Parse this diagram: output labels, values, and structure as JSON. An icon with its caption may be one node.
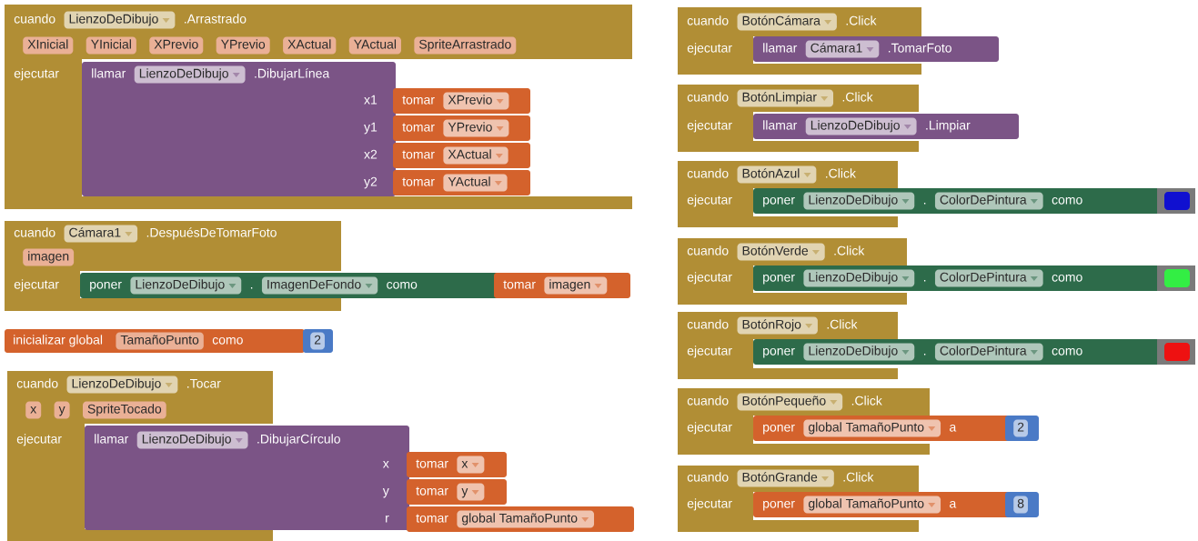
{
  "diagram": {
    "nodes": [
      {
        "text": [
          "cuando",
          ".Arrastrado",
          "ejecutar"
        ]
      },
      {
        "text": [
          "LienzoDeDibujo"
        ],
        "in": 0
      },
      {
        "text": [
          "XInicial"
        ],
        "in": 0
      },
      {
        "text": [
          "YInicial"
        ],
        "in": 0
      },
      {
        "text": [
          "XPrevio"
        ],
        "in": 0
      },
      {
        "text": [
          "YPrevio"
        ],
        "in": 0
      },
      {
        "text": [
          "XActual"
        ],
        "in": 0
      },
      {
        "text": [
          "YActual"
        ],
        "in": 0
      },
      {
        "text": [
          "SpriteArrastrado"
        ],
        "in": 0
      },
      {
        "text": [
          "llamar",
          ".DibujarLínea",
          "x1",
          "y1",
          "x2",
          "y2"
        ],
        "in": 0
      },
      {
        "text": [
          "LienzoDeDibujo"
        ],
        "in": 9
      },
      {
        "text": [
          "tomar"
        ],
        "in": 0
      },
      {
        "text": [
          "XPrevio"
        ],
        "in": 11
      },
      {
        "text": [
          "tomar"
        ],
        "in": 0
      },
      {
        "text": [
          "YPrevio"
        ],
        "in": 13
      },
      {
        "text": [
          "tomar"
        ],
        "in": 0
      },
      {
        "text": [
          "XActual"
        ],
        "in": 15
      },
      {
        "text": [
          "tomar"
        ],
        "in": 0
      },
      {
        "text": [
          "YActual"
        ],
        "in": 17
      },
      {
        "text": [
          "cuando",
          ".DespuésDeTomarFoto",
          "ejecutar"
        ]
      },
      {
        "text": [
          "Cámara1"
        ],
        "in": 19
      },
      {
        "text": [
          "imagen"
        ],
        "in": 19
      },
      {
        "text": [
          "poner",
          ".",
          "como"
        ]
      },
      {
        "text": [
          "LienzoDeDibujo"
        ]
      },
      {
        "text": [
          "ImagenDeFondo"
        ],
        "in": 22
      },
      {
        "text": [
          "tomar"
        ]
      },
      {
        "text": [
          "imagen"
        ],
        "in": 25
      },
      {
        "text": [
          "inicializar global",
          "como"
        ]
      },
      {
        "text": [
          "TamañoPunto"
        ],
        "in": 27
      },
      {
        "text": [],
        "shape": "box"
      },
      {
        "text": [
          "2"
        ],
        "in": 29
      },
      {
        "text": [
          "cuando",
          ".Tocar",
          "ejecutar"
        ]
      },
      {
        "text": [
          "LienzoDeDibujo"
        ],
        "in": 31
      },
      {
        "text": [
          "x"
        ],
        "in": 31
      },
      {
        "text": [
          "y"
        ],
        "in": 31
      },
      {
        "text": [
          "SpriteTocado"
        ],
        "in": 31
      },
      {
        "text": [
          "llamar",
          ".DibujarCírculo",
          "x",
          "y",
          "r"
        ]
      },
      {
        "text": [
          "LienzoDeDibujo"
        ]
      },
      {
        "text": [
          "tomar"
        ]
      },
      {
        "text": [
          "x"
        ],
        "in": 38
      },
      {
        "text": [
          "tomar"
        ]
      },
      {
        "text": [
          "y"
        ],
        "in": 40
      },
      {
        "text": [
          "tomar"
        ]
      },
      {
        "text": [
          "global TamañoPunto"
        ],
        "in": 42
      },
      {
        "text": [
          "cuando",
          ".Click",
          "ejecutar"
        ]
      },
      {
        "text": [
          "BotónCámara"
        ],
        "in": 44
      },
      {
        "text": [
          "llamar",
          ".TomarFoto"
        ]
      },
      {
        "text": [
          "Cámara1"
        ]
      },
      {
        "text": [
          "cuando",
          ".Click",
          "ejecutar"
        ]
      },
      {
        "text": [
          "BotónLimpiar"
        ],
        "in": 48
      },
      {
        "text": [
          "llamar",
          ".Limpiar"
        ]
      },
      {
        "text": [
          "LienzoDeDibujo"
        ]
      },
      {
        "text": [
          "cuando",
          ".Click",
          "ejecutar"
        ]
      },
      {
        "text": [
          "BotónAzul"
        ],
        "in": 52
      },
      {
        "text": [
          "poner",
          ".",
          "como"
        ]
      },
      {
        "text": [
          "LienzoDeDibujo"
        ],
        "in": 54
      },
      {
        "text": [
          "ColorDePintura"
        ],
        "in": 54
      },
      {
        "text": [],
        "shape": "box"
      },
      {
        "text": [
          "cuando",
          ".Click",
          "ejecutar"
        ]
      },
      {
        "text": [
          "BotónVerde"
        ],
        "in": 58
      },
      {
        "text": [
          "poner",
          ".",
          "como"
        ]
      },
      {
        "text": [
          "LienzoDeDibujo"
        ],
        "in": 60
      },
      {
        "text": [
          "ColorDePintura"
        ],
        "in": 60
      },
      {
        "text": [],
        "shape": "box"
      },
      {
        "text": [
          "cuando",
          ".Click",
          "ejecutar"
        ]
      },
      {
        "text": [
          "BotónRojo"
        ],
        "in": 64
      },
      {
        "text": [
          "poner",
          ".",
          "como"
        ]
      },
      {
        "text": [
          "LienzoDeDibujo"
        ],
        "in": 66
      },
      {
        "text": [
          "ColorDePintura"
        ],
        "in": 66
      },
      {
        "text": [],
        "shape": "box"
      },
      {
        "text": [
          "cuando",
          ".Click",
          "ejecutar"
        ]
      },
      {
        "text": [
          "BotónPequeño"
        ],
        "in": 70
      },
      {
        "text": [
          "poner",
          "a"
        ]
      },
      {
        "text": [
          "global TamañoPunto"
        ],
        "in": 72
      },
      {
        "text": [],
        "shape": "box"
      },
      {
        "text": [
          "2"
        ],
        "in": 74
      },
      {
        "text": [
          "cuando",
          ".Click",
          "ejecutar"
        ]
      },
      {
        "text": [
          "BotónGrande"
        ],
        "in": 76
      },
      {
        "text": [
          "poner",
          "a"
        ]
      },
      {
        "text": [
          "global TamañoPunto"
        ],
        "in": 78
      },
      {
        "text": [],
        "shape": "box"
      },
      {
        "text": [
          "8"
        ],
        "in": 80
      }
    ]
  }
}
